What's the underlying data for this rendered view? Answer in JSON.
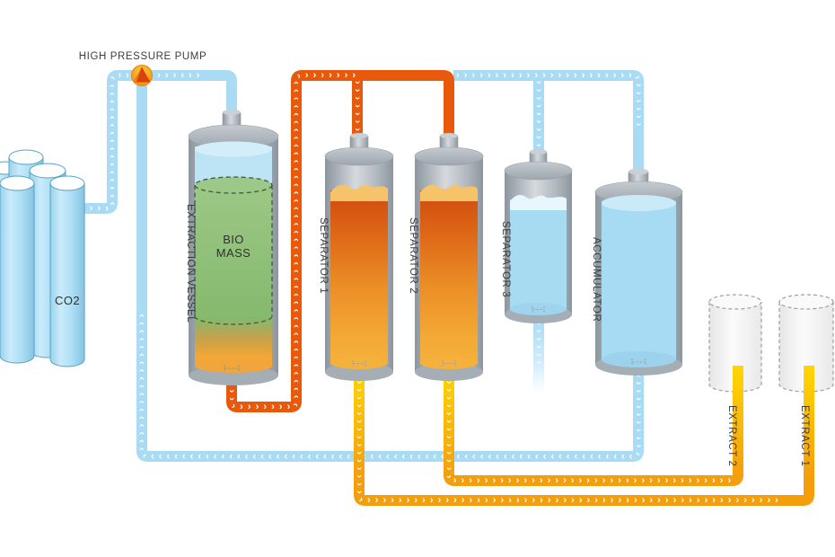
{
  "diagram": {
    "labels": {
      "pump": "HIGH PRESSURE PUMP",
      "co2": "CO2",
      "extraction_vessel": "EXTRACTION VESSEL",
      "bio_line1": "BIO",
      "bio_line2": "MASS",
      "separator_1": "SEPARATOR 1",
      "separator_2": "SEPARATOR 2",
      "separator_3": "SEPARATOR 3",
      "accumulator": "ACCUMULATOR",
      "extract_2": "EXTRACT 2",
      "extract_1": "EXTRACT 1"
    },
    "colors": {
      "pipe_co2_blue": "#A9DBF5",
      "pipe_extract_orange": "#E8590B",
      "pipe_product_yellow": "#FFD304",
      "pipe_product_amber": "#F59E0C",
      "chevron": "#FFFFFF",
      "co2_cylinder_blue": "#AADEF5",
      "vessel_shell_gray": "#AEB6BD",
      "biomass_green": "#8FC07B",
      "separator_content_top": "#D04A0E",
      "separator_content_bottom": "#F4B03B",
      "liquid_co2_blue": "#A7DBF3",
      "extract_cylinder_white": "#F2F2F2",
      "pump_body_orange": "#F9A61B",
      "pump_triangle_red": "#D8400C",
      "label_text": "#3C3C3C"
    }
  }
}
